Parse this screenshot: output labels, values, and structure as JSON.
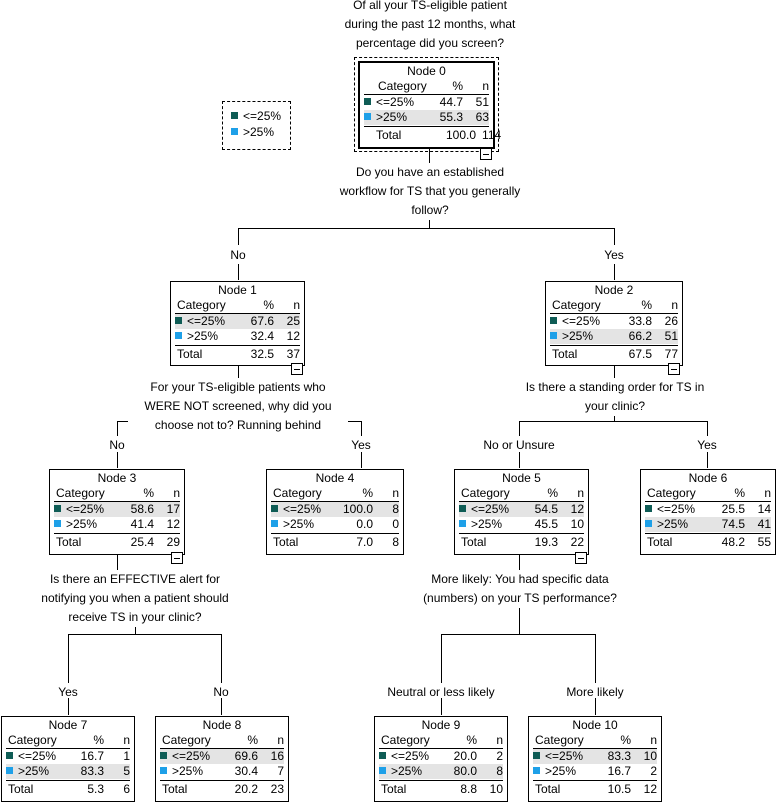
{
  "colors": {
    "le25": "#0e5c55",
    "gt25": "#1ea0e8"
  },
  "legend": {
    "items": [
      "<=25%",
      ">25%"
    ]
  },
  "header": {
    "category": "Category",
    "pct": "%",
    "n": "n",
    "total": "Total"
  },
  "questions": {
    "q0": [
      "Of all your TS-eligible patient",
      "during the past 12 months, what",
      "percentage did you screen?"
    ],
    "q1": [
      "Do you have an established",
      "workflow for TS that you generally",
      "follow?"
    ],
    "q2": [
      "For your TS-eligible patients who",
      "WERE NOT screened, why did you",
      "choose not to? Running behind"
    ],
    "q3": [
      "Is there a standing order for TS in",
      "your clinic?"
    ],
    "q4": [
      "Is there an EFFECTIVE alert for",
      "notifying you when a patient should",
      "receive TS in your clinic?"
    ],
    "q5": [
      "More likely: You had specific data",
      "(numbers) on your TS performance?"
    ]
  },
  "edges": {
    "no_root": "No",
    "yes_root": "Yes",
    "no_1": "No",
    "yes_1": "Yes",
    "no_2": "No or Unsure",
    "yes_2": "Yes",
    "yes_3": "Yes",
    "no_3": "No",
    "no_5": "Neutral or less likely",
    "yes_5": "More likely"
  },
  "nodes": {
    "n0": {
      "title": "Node 0",
      "le25_pct": "44.7",
      "le25_n": "51",
      "gt25_pct": "55.3",
      "gt25_n": "63",
      "tot_pct": "100.0",
      "tot_n": "114",
      "le25": "<=25%",
      "gt25": ">25%"
    },
    "n1": {
      "title": "Node 1",
      "le25_pct": "67.6",
      "le25_n": "25",
      "gt25_pct": "32.4",
      "gt25_n": "12",
      "tot_pct": "32.5",
      "tot_n": "37",
      "le25": "<=25%",
      "gt25": ">25%"
    },
    "n2": {
      "title": "Node 2",
      "le25_pct": "33.8",
      "le25_n": "26",
      "gt25_pct": "66.2",
      "gt25_n": "51",
      "tot_pct": "67.5",
      "tot_n": "77",
      "le25": "<=25%",
      "gt25": ">25%"
    },
    "n3": {
      "title": "Node 3",
      "le25_pct": "58.6",
      "le25_n": "17",
      "gt25_pct": "41.4",
      "gt25_n": "12",
      "tot_pct": "25.4",
      "tot_n": "29",
      "le25": "<=25%",
      "gt25": ">25%"
    },
    "n4": {
      "title": "Node 4",
      "le25_pct": "100.0",
      "le25_n": "8",
      "gt25_pct": "0.0",
      "gt25_n": "0",
      "tot_pct": "7.0",
      "tot_n": "8",
      "le25": "<=25%",
      "gt25": ">25%"
    },
    "n5": {
      "title": "Node 5",
      "le25_pct": "54.5",
      "le25_n": "12",
      "gt25_pct": "45.5",
      "gt25_n": "10",
      "tot_pct": "19.3",
      "tot_n": "22",
      "le25": "<=25%",
      "gt25": ">25%"
    },
    "n6": {
      "title": "Node 6",
      "le25_pct": "25.5",
      "le25_n": "14",
      "gt25_pct": "74.5",
      "gt25_n": "41",
      "tot_pct": "48.2",
      "tot_n": "55",
      "le25": "<=25%",
      "gt25": ">25%"
    },
    "n7": {
      "title": "Node 7",
      "le25_pct": "16.7",
      "le25_n": "1",
      "gt25_pct": "83.3",
      "gt25_n": "5",
      "tot_pct": "5.3",
      "tot_n": "6",
      "le25": "<=25%",
      "gt25": ">25%"
    },
    "n8": {
      "title": "Node 8",
      "le25_pct": "69.6",
      "le25_n": "16",
      "gt25_pct": "30.4",
      "gt25_n": "7",
      "tot_pct": "20.2",
      "tot_n": "23",
      "le25": "<=25%",
      "gt25": ">25%"
    },
    "n9": {
      "title": "Node 9",
      "le25_pct": "20.0",
      "le25_n": "2",
      "gt25_pct": "80.0",
      "gt25_n": "8",
      "tot_pct": "8.8",
      "tot_n": "10",
      "le25": "<=25%",
      "gt25": ">25%"
    },
    "n10": {
      "title": "Node 10",
      "le25_pct": "83.3",
      "le25_n": "10",
      "gt25_pct": "16.7",
      "gt25_n": "2",
      "tot_pct": "10.5",
      "tot_n": "12",
      "le25": "<=25%",
      "gt25": ">25%"
    }
  }
}
